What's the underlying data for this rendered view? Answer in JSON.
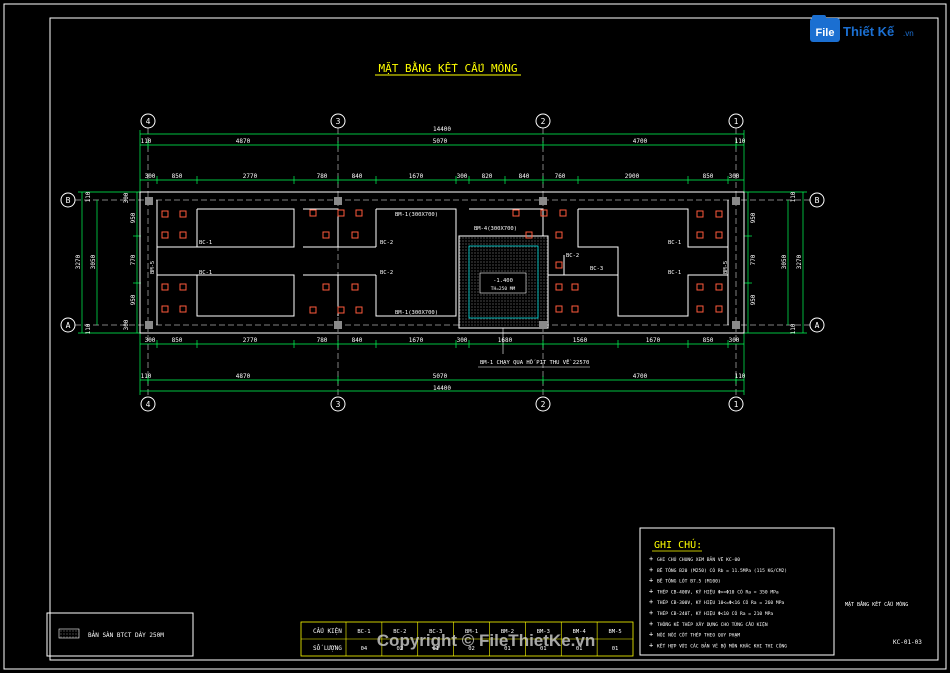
{
  "drawing": {
    "title": "MẶT BẰNG KẾT CẤU MÓNG",
    "axes_numbers": [
      "4",
      "3",
      "2",
      "1"
    ],
    "axes_letters": [
      "B",
      "A"
    ],
    "total_length": "14400",
    "span_dims": [
      "4870",
      "5070",
      "4700"
    ],
    "edge_offsets": [
      "110",
      "110"
    ],
    "top_detail_dims": [
      "300",
      "850",
      "2770",
      "780",
      "840",
      "1670",
      "300",
      "820",
      "840",
      "760",
      "2900",
      "850",
      "300"
    ],
    "bottom_detail_dims": [
      "300",
      "850",
      "2770",
      "780",
      "840",
      "1670",
      "300",
      "1680",
      "1560",
      "1670",
      "850",
      "300"
    ],
    "left_dims": [
      "3270",
      "3050",
      "950",
      "770",
      "950",
      "110",
      "110",
      "300",
      "300"
    ],
    "right_dims": [
      "3050",
      "3270",
      "950",
      "770",
      "950",
      "110",
      "110"
    ],
    "beam_labels": {
      "bc1": "BC-1",
      "bc2": "BC-2",
      "bc3": "BC-3",
      "bm1": "BM-1(300X700)",
      "bm4": "BM-4(300X700)",
      "bm5": "BM-5"
    },
    "pit_label": "-1.400",
    "pit_sub": "TH=250 MM",
    "pit_note": "BM-1 CHẠY QUA HỐ PIT THU VỀ 22570"
  },
  "legend": {
    "text": "BẢN SÀN BTCT DÀY 250M"
  },
  "notes": {
    "heading": "GHI CHÚ:",
    "items": [
      "GHI CHÚ CHUNG XEM BẢN VẼ KC-00",
      "BÊ TÔNG B20 (M250) CÓ Rb = 11.5MPa (115 KG/CM2)",
      "BÊ TÔNG LÓT B7.5 (M100)",
      "THÉP CB-400V, KÝ HIỆU Φ>=Φ10 CÓ Ra = 350 MPa",
      "THÉP CB-300V, KÝ HIỆU 10<=Φ<16 CÓ Ra = 260 MPa",
      "THÉP CB-240T, KÝ HIỆU Φ<10 CÓ Ra = 210 MPa",
      "THỐNG KÊ THÉP XÂY DỰNG CHO TỪNG CẤU KIỆN",
      "NỐI NỐI CỐT THÉP THEO QUY PHẠM",
      "KẾT HỢP VỚI CÁC BẢN VẼ BỘ MÔN KHÁC KHI THI CÔNG"
    ]
  },
  "table": {
    "row1_label": "CẤU KIỆN",
    "row2_label": "SỐ LƯỢNG",
    "columns": [
      "BC-1",
      "BC-2",
      "BC-3",
      "BM-1",
      "BM-2",
      "BM-3",
      "BM-4",
      "BM-5"
    ],
    "values": [
      "04",
      "02",
      "01",
      "02",
      "01",
      "01",
      "01",
      "01"
    ]
  },
  "title_block": {
    "sheet_name": "MẶT BẰNG KẾT CẤU MÓNG",
    "sheet_code": "KC-01-03"
  },
  "watermark": {
    "logo_file": "File",
    "logo_brand": "Thiết Kế",
    "logo_tld": ".vn",
    "copyright": "Copyright © FileThietKe.vn"
  },
  "colors": {
    "background": "#000000",
    "frame": "#ffffff",
    "dim": "#00ff55",
    "wall": "#ffffff",
    "column": "#ff5a3c",
    "title": "#ffff00",
    "pit": "#00ffff",
    "axis": "#ffffff",
    "table": "#ffff00",
    "logo_blue": "#1b6fd1"
  }
}
